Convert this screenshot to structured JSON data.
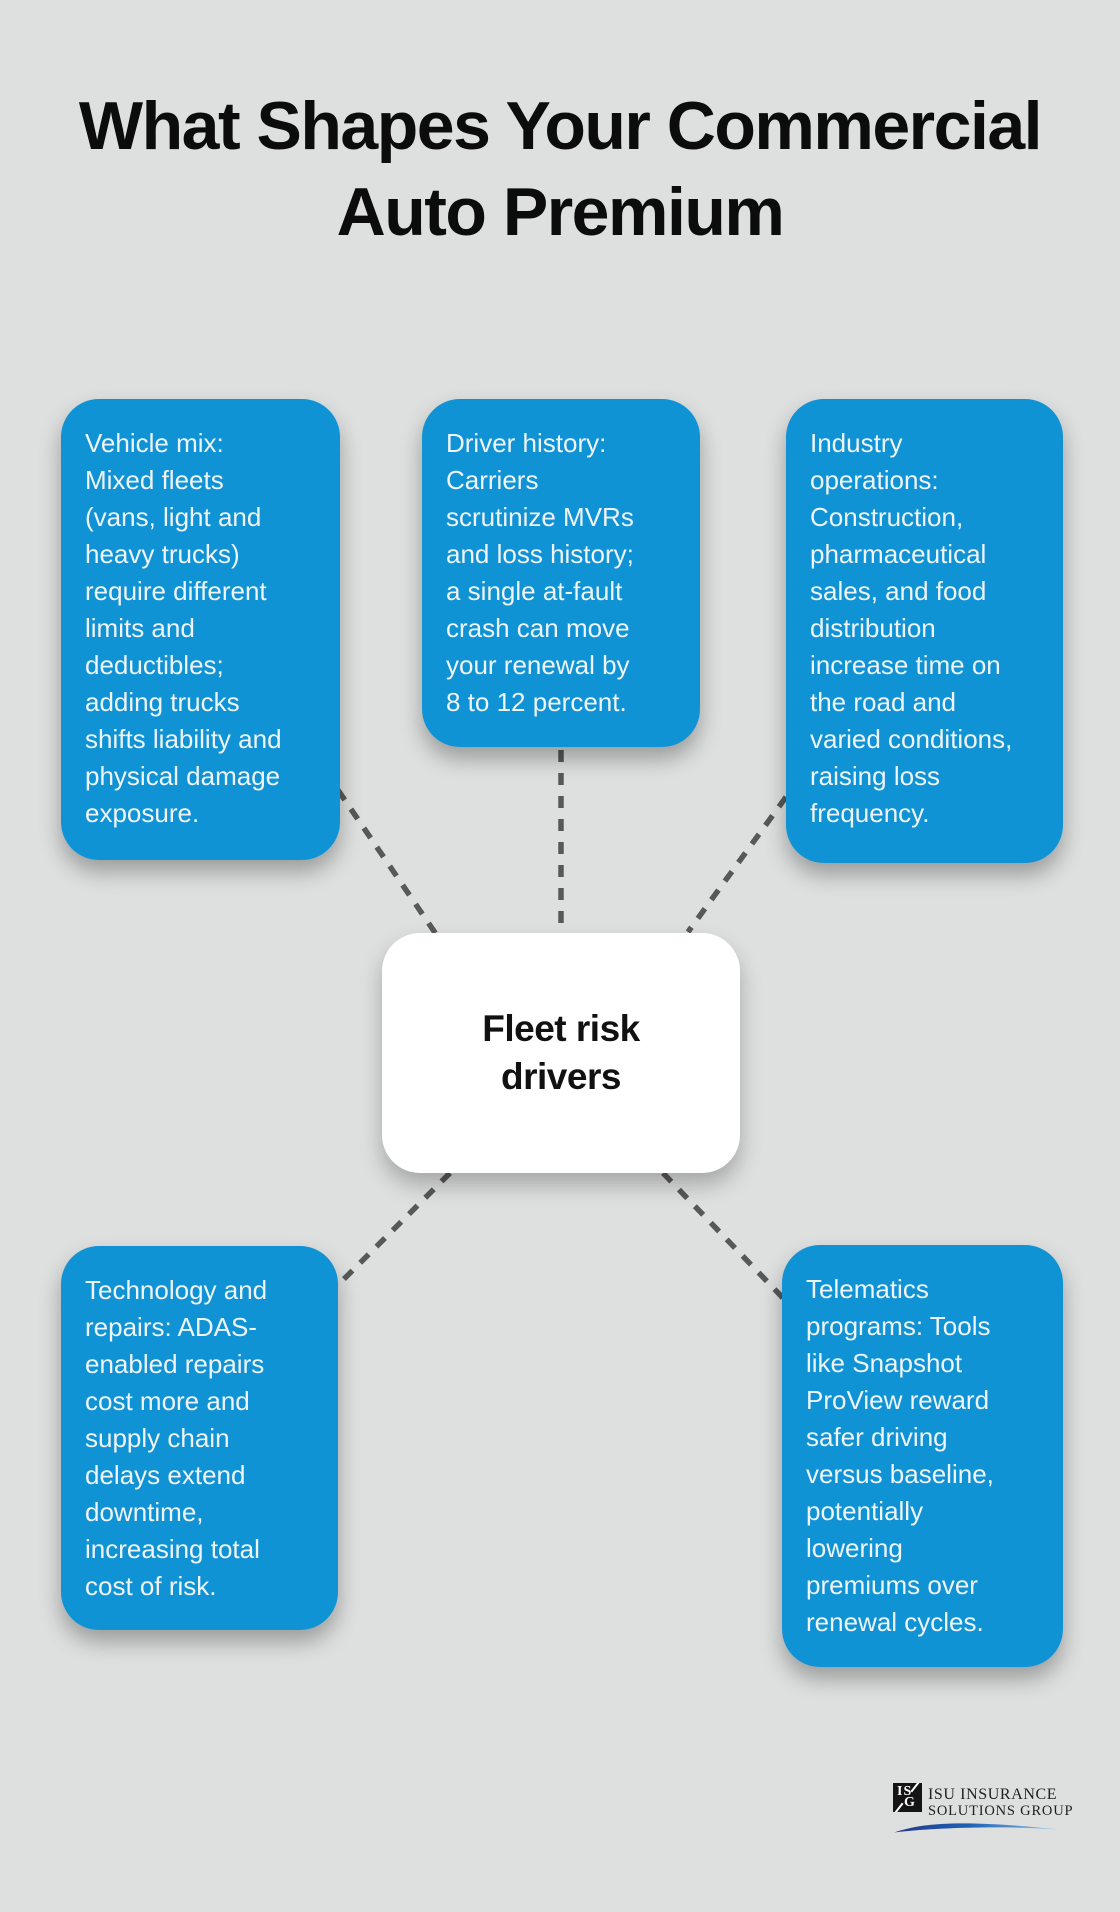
{
  "title": {
    "text": "What Shapes Your Commercial\nAuto Premium"
  },
  "center": {
    "label": "Fleet risk\ndrivers"
  },
  "nodes": [
    {
      "id": "vehicle-mix",
      "text": "Vehicle mix:\nMixed fleets\n(vans, light and\nheavy trucks)\nrequire different\nlimits and\ndeductibles;\nadding trucks\nshifts liability and\nphysical damage\nexposure."
    },
    {
      "id": "driver-history",
      "text": "Driver history:\nCarriers\nscrutinize MVRs\nand loss history;\na single at-fault\ncrash can move\nyour renewal by\n8 to 12 percent."
    },
    {
      "id": "industry-operations",
      "text": "Industry\noperations:\nConstruction,\npharmaceutical\nsales, and food\ndistribution\nincrease time on\nthe road and\nvaried conditions,\nraising loss\nfrequency."
    },
    {
      "id": "technology-repairs",
      "text": "Technology and\nrepairs: ADAS-\nenabled repairs\ncost more and\nsupply chain\ndelays extend\ndowntime,\nincreasing total\ncost of risk."
    },
    {
      "id": "telematics-programs",
      "text": "Telematics\nprograms: Tools\nlike Snapshot\nProView reward\nsafer driving\nversus baseline,\npotentially\nlowering\npremiums over\nrenewal cycles."
    }
  ],
  "logo": {
    "monogram_top": "IS",
    "monogram_bottom": "G",
    "line1": "ISU INSURANCE",
    "line2": "SOLUTIONS GROUP"
  },
  "colors": {
    "background": "#dee0e0",
    "node_blue": "#1093d5",
    "text_on_blue": "#eef4f8",
    "center_bg": "#ffffff",
    "title_color": "#0c0c0c",
    "dashed_line": "#585858",
    "swoosh_dark": "#26368c",
    "swoosh_mid": "#1d61b5",
    "swoosh_light": "#8fc3e8"
  }
}
